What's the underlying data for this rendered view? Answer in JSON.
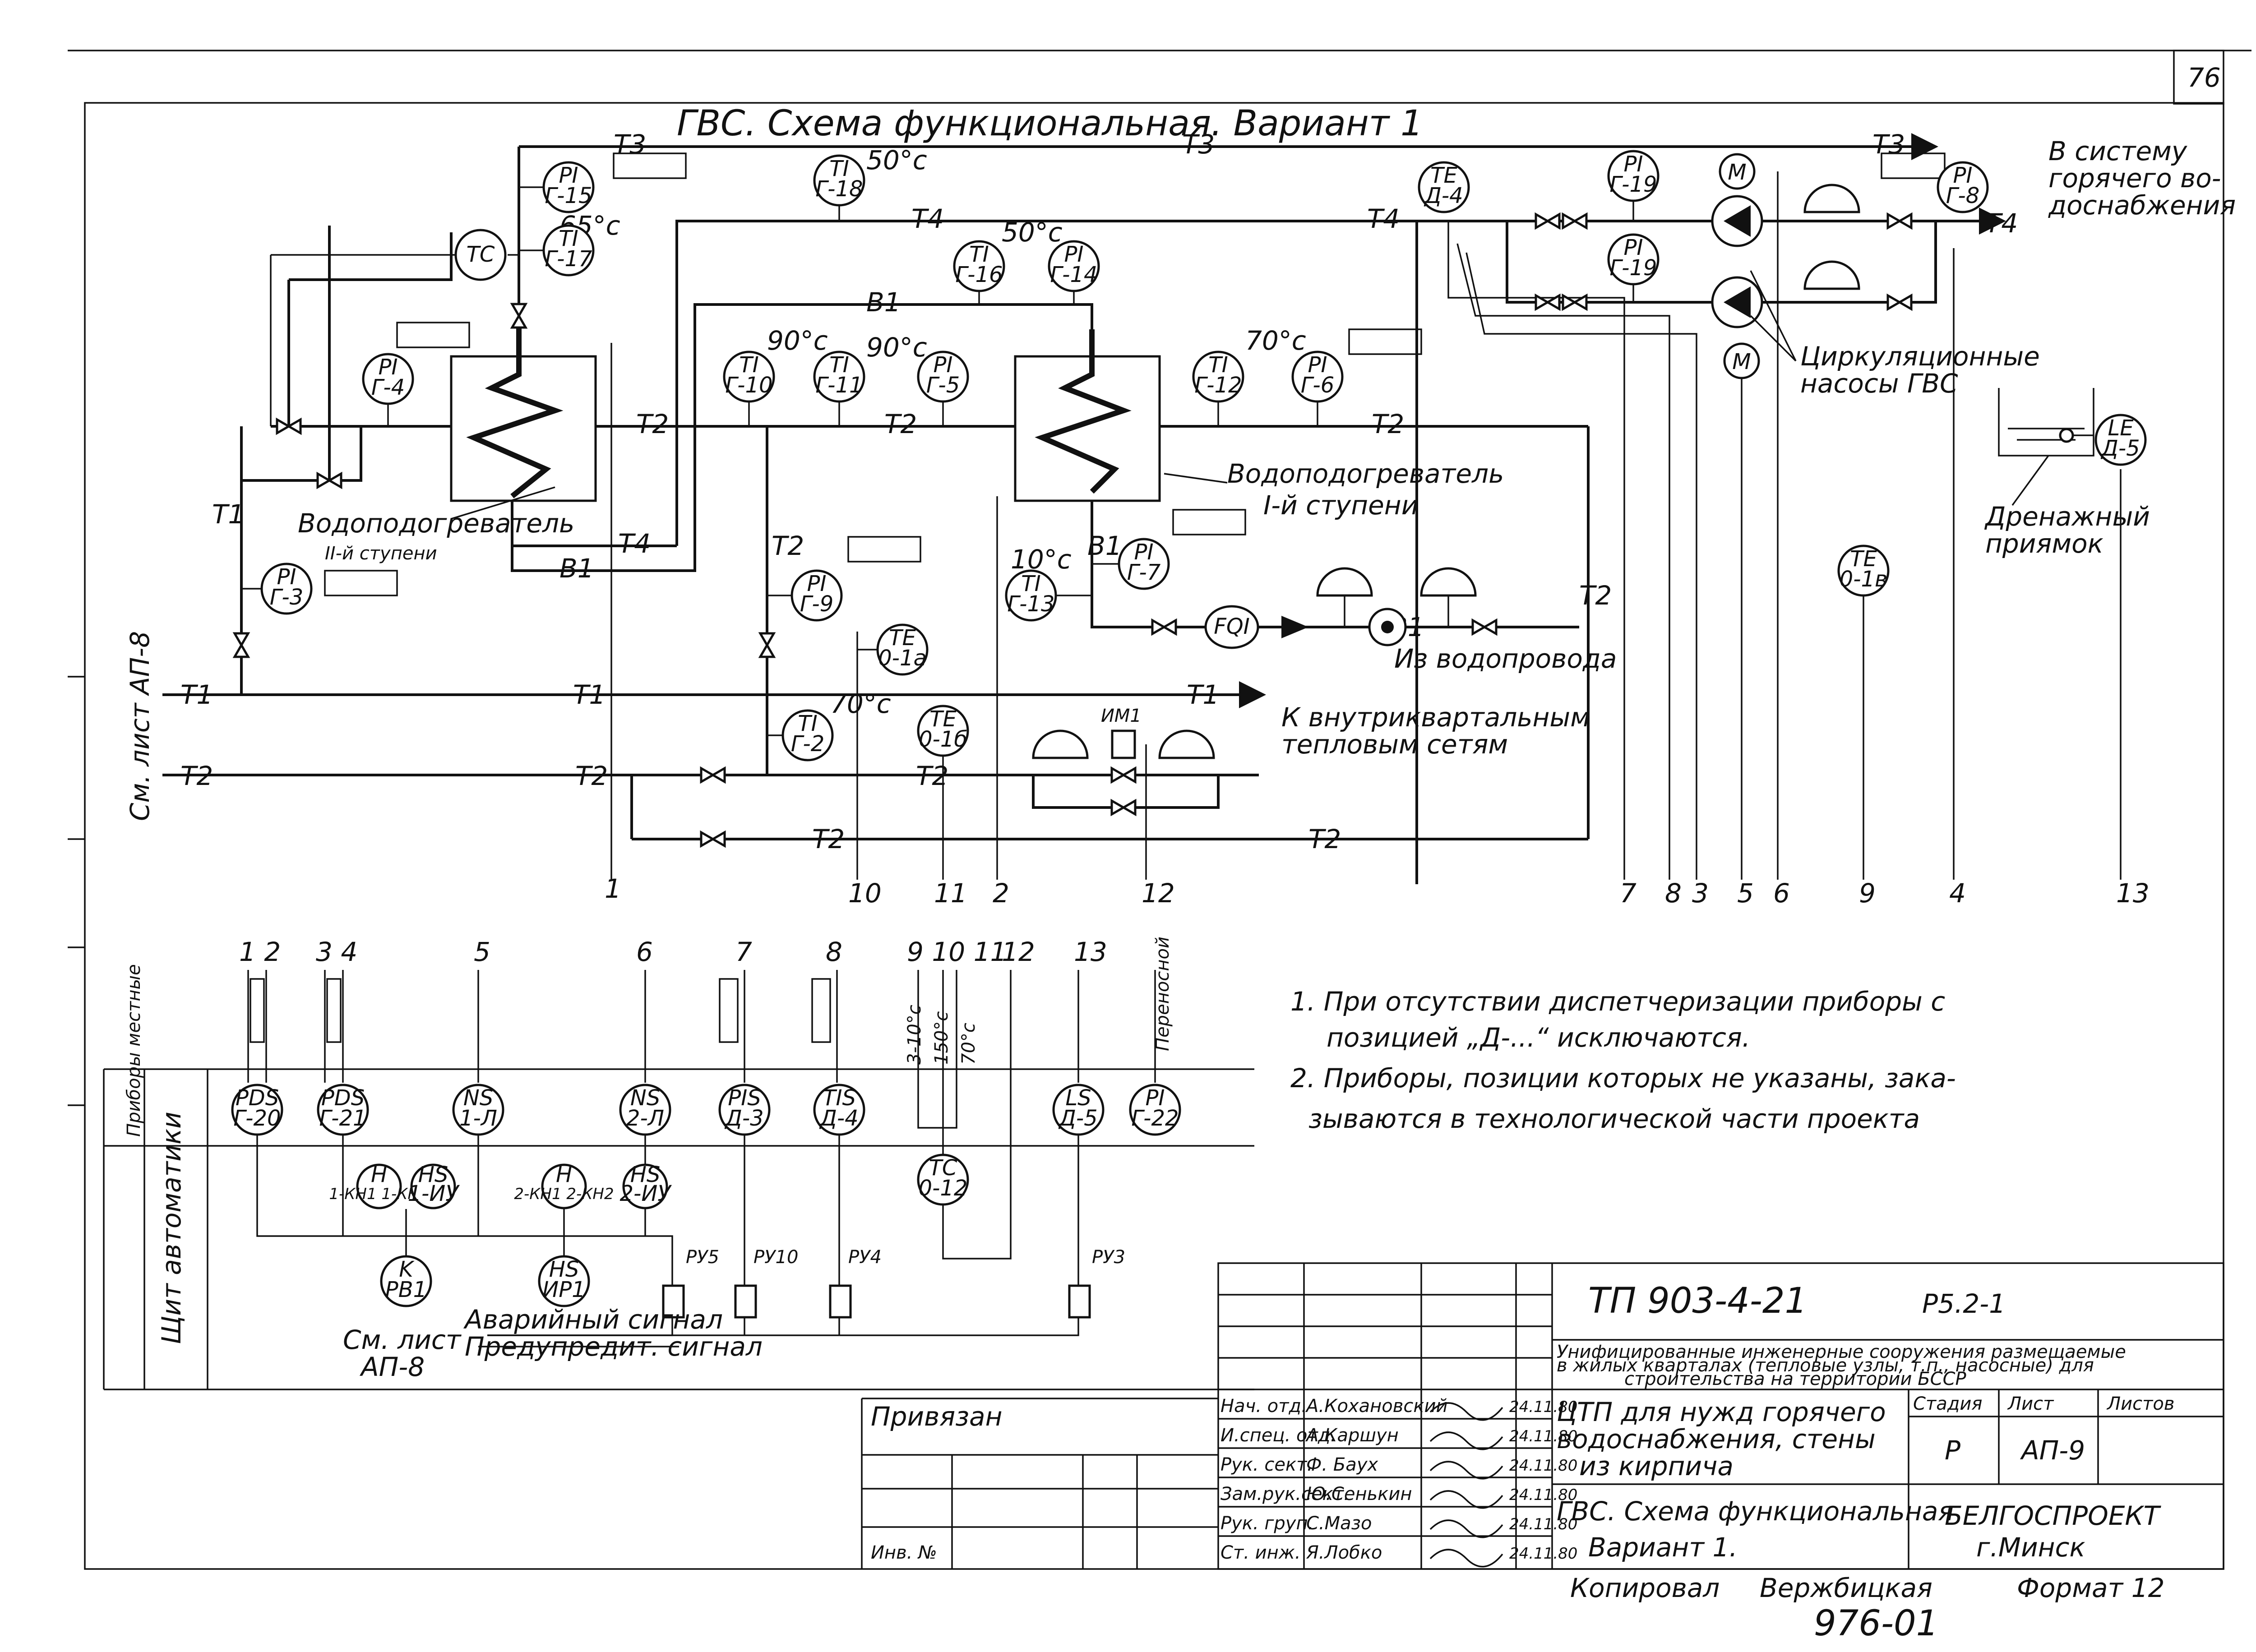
{
  "sheet_number": "76",
  "title": "ГВС. Схема функциональная. Вариант 1",
  "pipe_labels": {
    "t1": "T1",
    "t2": "T2",
    "t3": "T3",
    "t4": "T4",
    "b1": "B1"
  },
  "temperatures": {
    "t65": "65°c",
    "t50a": "50°c",
    "t50b": "50°c",
    "t90a": "90°c",
    "t90b": "90°c",
    "t70a": "70°c",
    "t10": "10°c",
    "t70b": "70°c"
  },
  "instruments": [
    {
      "tag": "PI",
      "pos": "Г-15"
    },
    {
      "tag": "TI",
      "pos": "Г-17"
    },
    {
      "tag": "TC",
      "pos": ""
    },
    {
      "tag": "PI",
      "pos": "Г-4"
    },
    {
      "tag": "PI",
      "pos": "Г-3"
    },
    {
      "tag": "TI",
      "pos": "Г-18"
    },
    {
      "tag": "TI",
      "pos": "Г-16"
    },
    {
      "tag": "PI",
      "pos": "Г-14"
    },
    {
      "tag": "TI",
      "pos": "Г-10"
    },
    {
      "tag": "TI",
      "pos": "Г-11"
    },
    {
      "tag": "PI",
      "pos": "Г-5"
    },
    {
      "tag": "TI",
      "pos": "Г-12"
    },
    {
      "tag": "PI",
      "pos": "Г-6"
    },
    {
      "tag": "PI",
      "pos": "Г-9"
    },
    {
      "tag": "PI",
      "pos": "Г-7"
    },
    {
      "tag": "TI",
      "pos": "Г-13"
    },
    {
      "tag": "TE",
      "pos": "0-1а"
    },
    {
      "tag": "TE",
      "pos": "0-1б"
    },
    {
      "tag": "TI",
      "pos": "Г-2"
    },
    {
      "tag": "TE",
      "pos": "Д-4"
    },
    {
      "tag": "PI",
      "pos": "Г-19"
    },
    {
      "tag": "PI",
      "pos": "Г-19"
    },
    {
      "tag": "PI",
      "pos": "Г-8"
    },
    {
      "tag": "LE",
      "pos": "Д-5"
    },
    {
      "tag": "TE",
      "pos": "0-1в"
    }
  ],
  "flow_meter": "FQI",
  "motor": "M",
  "im": "ИМ1",
  "equipment_labels": {
    "heater1_l1": "Водоподогреватель",
    "heater1_l2": "I-й ступени",
    "heater2_l1": "Водоподогреватель",
    "heater2_l2": "II-й ступени",
    "pumps_l1": "Циркуляционные",
    "pumps_l2": "насосы ГВС",
    "drain_l1": "Дренажный",
    "drain_l2": "приямок"
  },
  "destinations": {
    "to_dhw_l1": "В систему",
    "to_dhw_l2": "горячего во-",
    "to_dhw_l3": "доснабжения",
    "from_water": "Из водопровода",
    "to_nets_l1": "К внутриквартальным",
    "to_nets_l2": "тепловым сетям",
    "see_sheet": "См. лист АП-8"
  },
  "line_numbers_top": [
    "1",
    "10",
    "11",
    "2",
    "12",
    "7",
    "8",
    "3",
    "5",
    "6",
    "9",
    "4",
    "13"
  ],
  "line_numbers_bottom": [
    "1 2",
    "3 4",
    "5",
    "6",
    "7",
    "8",
    "9 10 11",
    "12",
    "13"
  ],
  "rotated_labels": {
    "t1": "3-10°с",
    "t2": "150°с",
    "t3": "70°с",
    "portable": "Переносной"
  },
  "rows": {
    "local": "Приборы местные",
    "panel": "Щит автоматики"
  },
  "local_instruments": [
    {
      "tag": "PDS",
      "pos": "Г-20"
    },
    {
      "tag": "PDS",
      "pos": "Г-21"
    },
    {
      "tag": "NS",
      "pos": "1-Л"
    },
    {
      "tag": "NS",
      "pos": "2-Л"
    },
    {
      "tag": "PIS",
      "pos": "Д-3"
    },
    {
      "tag": "TIS",
      "pos": "Д-4"
    },
    {
      "tag": "LS",
      "pos": "Д-5"
    },
    {
      "tag": "PI",
      "pos": "Г-22"
    }
  ],
  "panel_instruments": [
    {
      "tag": "H",
      "pos": "1-КН1 1-КН2"
    },
    {
      "tag": "HS",
      "pos": "1-ИУ"
    },
    {
      "tag": "H",
      "pos": "2-КН1 2-КН2"
    },
    {
      "tag": "HS",
      "pos": "2-ИУ"
    },
    {
      "tag": "TC",
      "pos": "0-12"
    },
    {
      "tag": "K",
      "pos": "РВ1"
    },
    {
      "tag": "HS",
      "pos": "ИР1"
    }
  ],
  "relays": [
    "РУ5",
    "РУ10",
    "РУ4",
    "РУ3"
  ],
  "signals": {
    "alarm": "Аварийный сигнал",
    "warn": "Предупредит. сигнал",
    "see_l1": "См. лист",
    "see_l2": "АП-8"
  },
  "notes": [
    "1. При отсутствии диспетчеризации приборы с",
    "позицией „Д-...“ исключаются.",
    "2. Приборы, позиции которых не указаны, зака-",
    "зываются в технологической части проекта"
  ],
  "title_block": {
    "project": "ТП 903-4-21",
    "sheet_code": "Р5.2-1",
    "desc_l1": "Унифицированные инженерные сооружения размещаемые",
    "desc_l2": "в жилых кварталах (тепловые узлы, т.п., насосные) для",
    "desc_l3": "строительства на территории БССР",
    "bind": "Привязан",
    "inv": "Инв. №",
    "staff": [
      {
        "role": "Нач. отд.",
        "name": "А.Кохановский",
        "date": "24.11.80"
      },
      {
        "role": "И.спец. отд.",
        "name": "А.Каршун",
        "date": "24.11.80"
      },
      {
        "role": "Рук. сект.",
        "name": "Ф. Баух",
        "date": "24.11.80"
      },
      {
        "role": "Зам.рук.сект.",
        "name": "Ю.Сенькин",
        "date": "24.11.80"
      },
      {
        "role": "Рук. груп.",
        "name": "С.Мазо",
        "date": "24.11.80"
      },
      {
        "role": "Ст. инж.",
        "name": "Я.Лобко",
        "date": "24.11.80"
      }
    ],
    "object_l1": "ЦТП для нужд горячего",
    "object_l2": "водоснабжения, стены",
    "object_l3": "из кирпича",
    "drawing_l1": "ГВС. Схема функциональная",
    "drawing_l2": "Вариант 1.",
    "stage_h": "Стадия",
    "sheet_h": "Лист",
    "sheets_h": "Листов",
    "stage": "Р",
    "sheet": "АП-9",
    "org_l1": "БЕЛГОСПРОЕКТ",
    "org_l2": "г.Минск"
  },
  "footer": {
    "copied": "Копировал",
    "copier": "Вержбицкая",
    "format": "Формат 12",
    "number": "976-01"
  }
}
